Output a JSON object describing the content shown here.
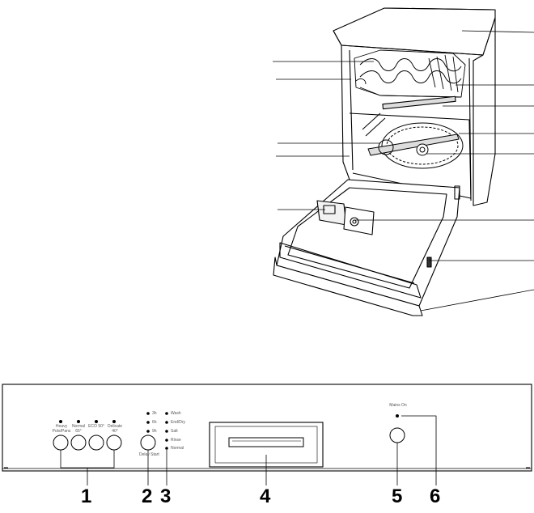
{
  "panel": {
    "callouts": [
      "1",
      "2",
      "3",
      "4",
      "5",
      "6"
    ],
    "program_buttons": [
      {
        "label": "Heavy Pots/Pans"
      },
      {
        "label": "Normal 65°"
      },
      {
        "label": "ECO 50°"
      },
      {
        "label": "Delicate 40°"
      }
    ],
    "selector_leds": [
      "3h",
      "6h",
      "9h"
    ],
    "selector_label": "Delay Start",
    "indicator_leds": [
      "Wash",
      "End/Dry",
      "Salt",
      "Rinse",
      "Normal"
    ],
    "mains_label": "Mains On",
    "colors": {
      "line": "#000000",
      "fill": "#ffffff"
    }
  }
}
